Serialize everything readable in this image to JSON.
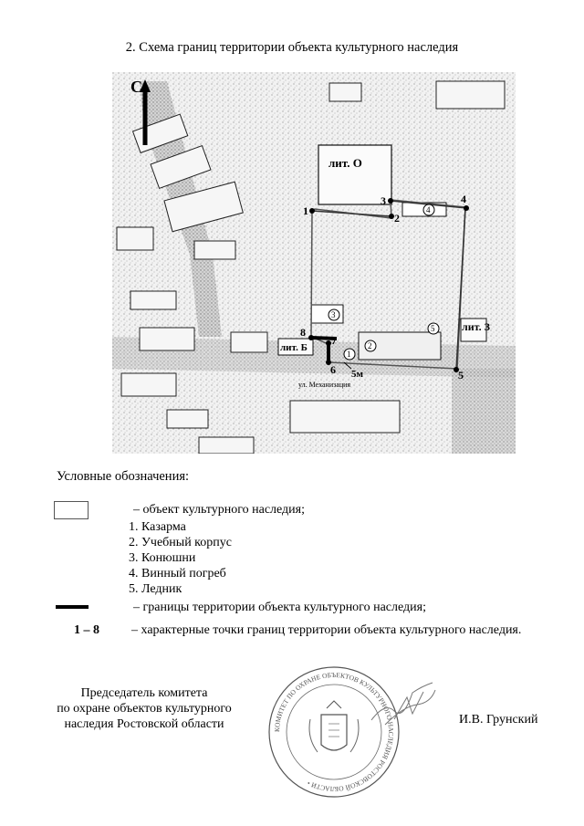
{
  "title": "2. Схема границ территории объекта культурного наследия",
  "map": {
    "north_label": "С",
    "labels": {
      "lit_o": "лит. О",
      "lit_b": "лит. Б",
      "lit_z": "лит. З",
      "street": "ул. Механизация",
      "scale_5m": "5м"
    },
    "points": [
      "1",
      "2",
      "3",
      "4",
      "5",
      "6",
      "7",
      "8"
    ],
    "objects": [
      "1",
      "2",
      "3",
      "4",
      "5"
    ]
  },
  "legend": {
    "heading": "Условные обозначения:",
    "object_text": "– объект культурного наследия;",
    "objects_list": [
      "1. Казарма",
      "2. Учебный корпус",
      "3. Конюшни",
      "4. Винный погреб",
      "5. Ледник"
    ],
    "boundary_text": "– границы территории объекта культурного наследия;",
    "points_range": "1 – 8",
    "points_text": "– характерные точки границ территории объекта культурного  наследия."
  },
  "signature": {
    "position_lines": [
      "Председатель комитета",
      "по охране объектов культурного",
      "наследия Ростовской области"
    ],
    "name": "И.В. Грунский",
    "seal_text": "КОМИТЕТ ПО ОХРАНЕ ОБЪЕКТОВ КУЛЬТУРНОГО НАСЛЕДИЯ РОСТОВСКОЙ ОБЛАСТИ"
  },
  "colors": {
    "ink": "#000000",
    "map_gray": "#9a9a9a",
    "seal": "#555555"
  }
}
